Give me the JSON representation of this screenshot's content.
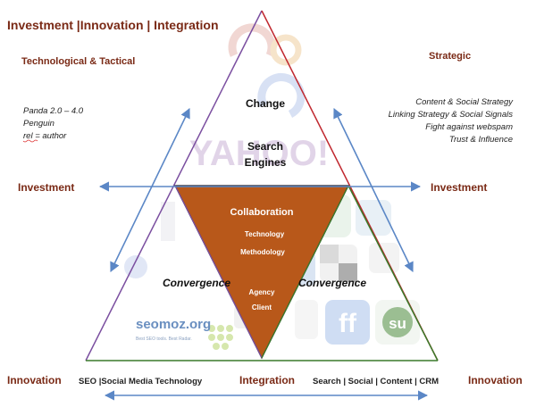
{
  "header": {
    "title": "Investment |Innovation | Integration"
  },
  "left": {
    "heading": "Technological & Tactical",
    "items": [
      "Panda 2.0 – 4.0",
      "Penguin",
      "rel = author"
    ]
  },
  "right": {
    "heading": "Strategic",
    "items": [
      "Content & Social Strategy",
      "Linking Strategy & Social Signals",
      "Fight against webspam",
      "Trust & Influence"
    ]
  },
  "top_triangle": {
    "label1": "Change",
    "label2a": "Search",
    "label2b": "Engines",
    "logo_text": "YAHOO!"
  },
  "center": {
    "heading": "Collaboration",
    "item1": "Technology",
    "item2": "Methodology",
    "item3": "Agency",
    "item4": "Client"
  },
  "convergence": {
    "left": "Convergence",
    "right": "Convergence"
  },
  "investment": {
    "left": "Investment",
    "right": "Investment"
  },
  "bottom": {
    "innovation_left": "Innovation",
    "seo": "SEO |Social Media Technology",
    "integration": "Integration",
    "search": "Search | Social | Content | CRM",
    "innovation_right": "Innovation"
  },
  "logos": {
    "seomoz": "seomoz.org",
    "seomoz_sub": "Best SEO tools. Best Radar.",
    "ff": "ff",
    "su": "su"
  },
  "colors": {
    "accent_text": "#7a2a16",
    "center_fill": "#b8581a",
    "arrow": "#5b87c6",
    "left_edge": "#7b4fa0",
    "top_edge": "#c0282f",
    "right_edge": "#3a7a2a"
  }
}
